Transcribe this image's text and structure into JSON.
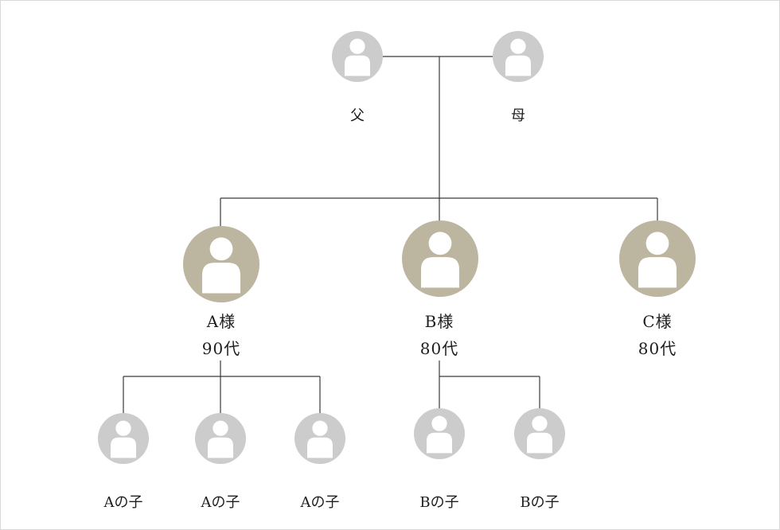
{
  "colors": {
    "parent_gray": "#cccccc",
    "main_tan": "#bcb59f",
    "line": "#3a3a3a",
    "head_fill": "#ffffff"
  },
  "icon": "person-icon",
  "parents": {
    "father": "父",
    "mother": "母"
  },
  "siblings": [
    {
      "name": "A様",
      "age": "90代"
    },
    {
      "name": "B様",
      "age": "80代"
    },
    {
      "name": "C様",
      "age": "80代"
    }
  ],
  "children": [
    {
      "label": "Aの子"
    },
    {
      "label": "Aの子"
    },
    {
      "label": "Aの子"
    },
    {
      "label": "Bの子"
    },
    {
      "label": "Bの子"
    }
  ]
}
